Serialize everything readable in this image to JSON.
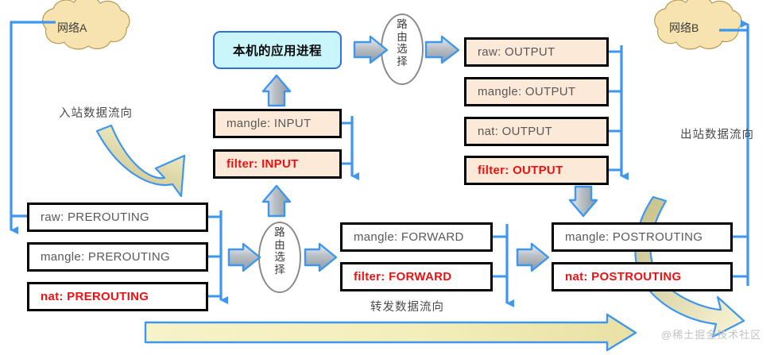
{
  "diagram": {
    "title": "iptables packet flow",
    "colors": {
      "accent_blue": "#3d96ef",
      "box_border": "#000000",
      "peach_fill": "#fce9d8",
      "white_fill": "#ffffff",
      "red_text": "#ef1111",
      "gray_text": "#595959",
      "cloud_fill": "#f6e3b0",
      "app_fill": "#c9f6fb",
      "app_border": "#2f6fe0",
      "big_arrow_fill": "#f4efbe",
      "curve_arrow_fill": "#cdc793"
    },
    "clouds": [
      {
        "name": "network-a",
        "label": "网络A"
      },
      {
        "name": "network-b",
        "label": "网络B"
      }
    ],
    "app_process": {
      "label": "本机的应用进程"
    },
    "routing_decisions": [
      {
        "name": "routing-decision-top",
        "label": "路由选择"
      },
      {
        "name": "routing-decision-bottom",
        "label": "路由选择"
      }
    ],
    "flow_labels": [
      {
        "name": "inbound-flow-label",
        "label": "入站数据流向"
      },
      {
        "name": "outbound-flow-label",
        "label": "出站数据流向"
      },
      {
        "name": "forward-flow-label",
        "label": "转发数据流向"
      }
    ],
    "chains": {
      "prerouting": [
        {
          "label": "raw:  PREROUTING",
          "style": "gray",
          "fill": "white"
        },
        {
          "label": "mangle:  PREROUTING",
          "style": "gray",
          "fill": "white"
        },
        {
          "label": "nat:  PREROUTING",
          "style": "red",
          "fill": "white"
        }
      ],
      "input": [
        {
          "label": "mangle:  INPUT",
          "style": "gray",
          "fill": "peach"
        },
        {
          "label": "filter:  INPUT",
          "style": "red",
          "fill": "peach"
        }
      ],
      "output": [
        {
          "label": "raw:  OUTPUT",
          "style": "gray",
          "fill": "peach"
        },
        {
          "label": "mangle:  OUTPUT",
          "style": "gray",
          "fill": "peach"
        },
        {
          "label": "nat:  OUTPUT",
          "style": "gray",
          "fill": "peach"
        },
        {
          "label": "filter:  OUTPUT",
          "style": "red",
          "fill": "peach"
        }
      ],
      "forward": [
        {
          "label": "mangle:  FORWARD",
          "style": "gray",
          "fill": "white"
        },
        {
          "label": "filter:  FORWARD",
          "style": "red",
          "fill": "white"
        }
      ],
      "postrouting": [
        {
          "label": "mangle:  POSTROUTING",
          "style": "gray",
          "fill": "white"
        },
        {
          "label": "nat:  POSTROUTING",
          "style": "red",
          "fill": "white"
        }
      ]
    },
    "watermark": {
      "label": "@稀土掘金技术社区"
    }
  }
}
